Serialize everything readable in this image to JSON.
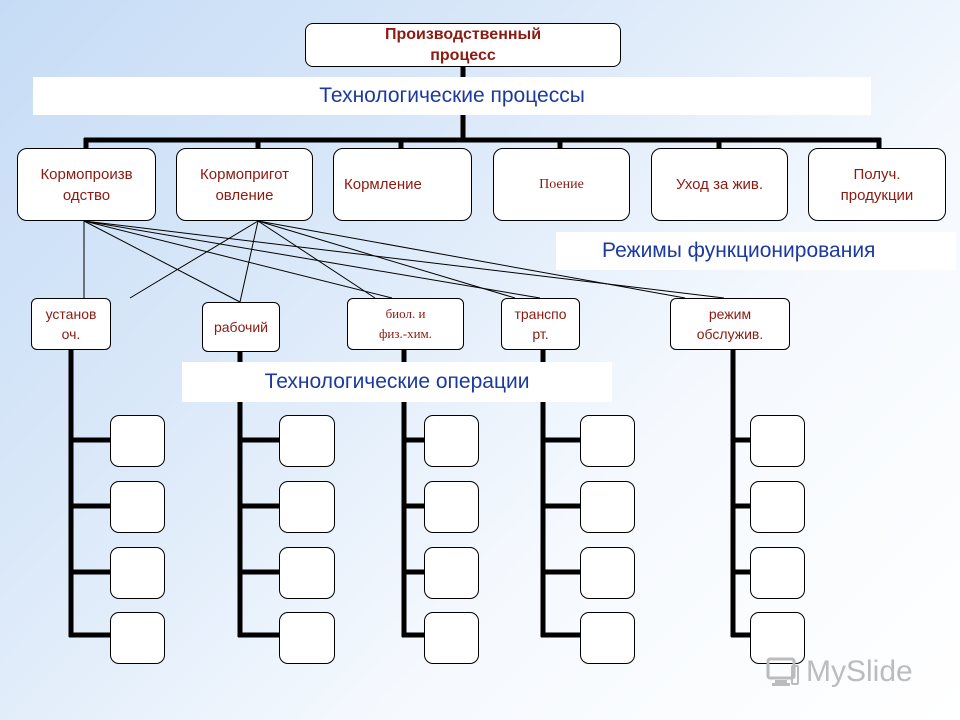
{
  "root": {
    "line1": "Производственный",
    "line2": "процесс"
  },
  "banners": {
    "processes": "Технологические процессы",
    "modes": "Режимы функционирования",
    "operations": "Технологические  операции"
  },
  "processes": [
    {
      "line1": "Кормопроизв",
      "line2": "одство"
    },
    {
      "line1": "Кормопригот",
      "line2": "овление"
    },
    {
      "line1": "Кормление",
      "line2": ""
    },
    {
      "line1": "Поение",
      "line2": ""
    },
    {
      "line1": "Уход за жив.",
      "line2": ""
    },
    {
      "line1": "Получ.",
      "line2": "продукции"
    }
  ],
  "modes": [
    {
      "line1": "установ",
      "line2": "оч."
    },
    {
      "line1": "рабочий",
      "line2": ""
    },
    {
      "line1": "биол. и",
      "line2": "физ.-хим."
    },
    {
      "line1": "транспо",
      "line2": "рт."
    },
    {
      "line1": "режим",
      "line2": "обслужив."
    }
  ],
  "logo": {
    "text": "MySlide",
    "icon": "monitor-icon"
  }
}
